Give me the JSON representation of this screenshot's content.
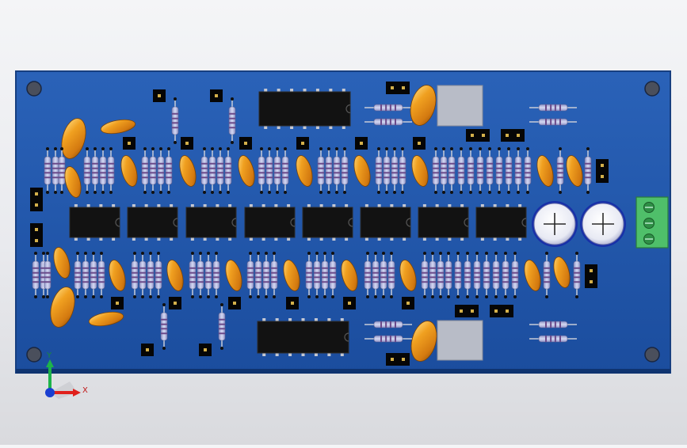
{
  "viewport": {
    "board_color": "#1f55a8",
    "board_edge_color": "#173f80",
    "background_color": "#eceef1"
  },
  "triad": {
    "x_label": "X",
    "y_label": "Y",
    "x_color": "#e0201c",
    "y_color": "#1db34a",
    "origin_color": "#1a3fd1"
  },
  "components": {
    "dip14_count": 2,
    "dip8_count": 8,
    "electrolytic_caps": 2,
    "terminal_block_pins": 3,
    "mounting_holes": 4,
    "mark_symbol": "+"
  }
}
